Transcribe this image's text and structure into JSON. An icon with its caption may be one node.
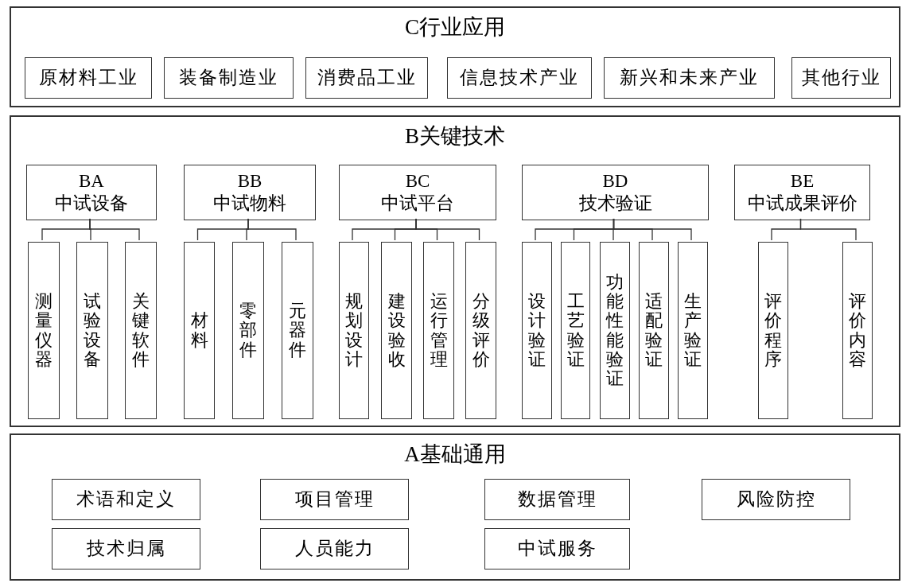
{
  "diagram": {
    "nodes": [
      {
        "text": [
          "C行业应用"
        ]
      },
      {
        "text": [
          "原材料工业"
        ],
        "in": 0
      },
      {
        "text": [
          "装备制造业"
        ],
        "in": 0
      },
      {
        "text": [
          "消费品工业"
        ],
        "in": 0
      },
      {
        "text": [
          "信息技术产业"
        ],
        "in": 0
      },
      {
        "text": [
          "新兴和未来产业"
        ],
        "in": 0
      },
      {
        "text": [
          "其他行业"
        ],
        "in": 0
      },
      {
        "text": [
          "B关键技术"
        ]
      },
      {
        "text": [
          "BA",
          "中试设备"
        ],
        "in": 7
      },
      {
        "text": [
          "测量仪器"
        ],
        "in": 7
      },
      {
        "text": [
          "试验设备"
        ],
        "in": 7
      },
      {
        "text": [
          "关键软件"
        ],
        "in": 7
      },
      {
        "text": [
          "BB",
          "中试物料"
        ],
        "in": 7
      },
      {
        "text": [
          "材料"
        ],
        "in": 7
      },
      {
        "text": [
          "零部件"
        ],
        "in": 7
      },
      {
        "text": [
          "元器件"
        ],
        "in": 7
      },
      {
        "text": [
          "BC",
          "中试平台"
        ],
        "in": 7
      },
      {
        "text": [
          "规划设计"
        ],
        "in": 7
      },
      {
        "text": [
          "建设验收"
        ],
        "in": 7
      },
      {
        "text": [
          "运行管理"
        ],
        "in": 7
      },
      {
        "text": [
          "分级评价"
        ],
        "in": 7
      },
      {
        "text": [
          "BD",
          "技术验证"
        ],
        "in": 7
      },
      {
        "text": [
          "设计验证"
        ],
        "in": 7
      },
      {
        "text": [
          "工艺验证"
        ],
        "in": 7
      },
      {
        "text": [
          "功能性能验证"
        ],
        "in": 7
      },
      {
        "text": [
          "适配验证"
        ],
        "in": 7
      },
      {
        "text": [
          "生产验证"
        ],
        "in": 7
      },
      {
        "text": [
          "BE",
          "中试成果评价"
        ],
        "in": 7
      },
      {
        "text": [
          "评价程序"
        ],
        "in": 7
      },
      {
        "text": [
          "评价内容"
        ],
        "in": 7
      },
      {
        "text": [
          "A基础通用"
        ]
      },
      {
        "text": [
          "术语和定义"
        ],
        "in": 30
      },
      {
        "text": [
          "项目管理"
        ],
        "in": 30
      },
      {
        "text": [
          "数据管理"
        ],
        "in": 30
      },
      {
        "text": [
          "风险防控"
        ],
        "in": 30
      },
      {
        "text": [
          "技术归属"
        ],
        "in": 30
      },
      {
        "text": [
          "人员能力"
        ],
        "in": 30
      },
      {
        "text": [
          "中试服务"
        ],
        "in": 30
      }
    ],
    "edges": [
      {
        "from": 8,
        "to": 9,
        "arrow": "none"
      },
      {
        "from": 8,
        "to": 10,
        "arrow": "none"
      },
      {
        "from": 8,
        "to": 11,
        "arrow": "none"
      },
      {
        "from": 12,
        "to": 13,
        "arrow": "none"
      },
      {
        "from": 12,
        "to": 14,
        "arrow": "none"
      },
      {
        "from": 12,
        "to": 15,
        "arrow": "none"
      },
      {
        "from": 16,
        "to": 17,
        "arrow": "none"
      },
      {
        "from": 16,
        "to": 18,
        "arrow": "none"
      },
      {
        "from": 16,
        "to": 19,
        "arrow": "none"
      },
      {
        "from": 16,
        "to": 20,
        "arrow": "none"
      },
      {
        "from": 21,
        "to": 22,
        "arrow": "none"
      },
      {
        "from": 21,
        "to": 23,
        "arrow": "none"
      },
      {
        "from": 21,
        "to": 24,
        "arrow": "none"
      },
      {
        "from": 21,
        "to": 25,
        "arrow": "none"
      },
      {
        "from": 21,
        "to": 26,
        "arrow": "none"
      },
      {
        "from": 27,
        "to": 28,
        "arrow": "none"
      },
      {
        "from": 27,
        "to": 29,
        "arrow": "none"
      }
    ]
  }
}
